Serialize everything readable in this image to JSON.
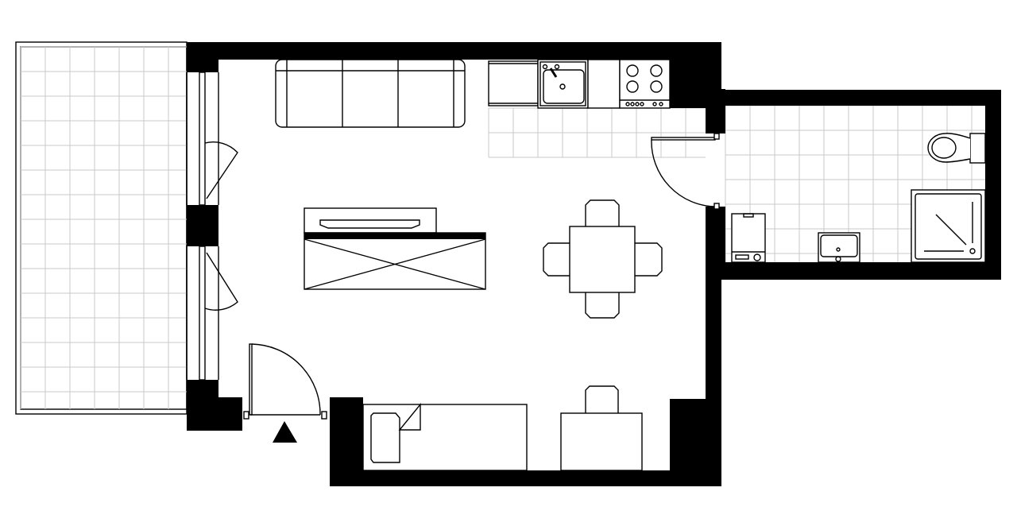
{
  "plan": {
    "colors": {
      "wall": "#000000",
      "line": "#000000",
      "tile_grid": "#c8c8c8",
      "background": "#ffffff"
    },
    "rooms": [
      "balcony",
      "living-room",
      "kitchenette",
      "bathroom"
    ],
    "entrance_marker": "triangle-up"
  }
}
